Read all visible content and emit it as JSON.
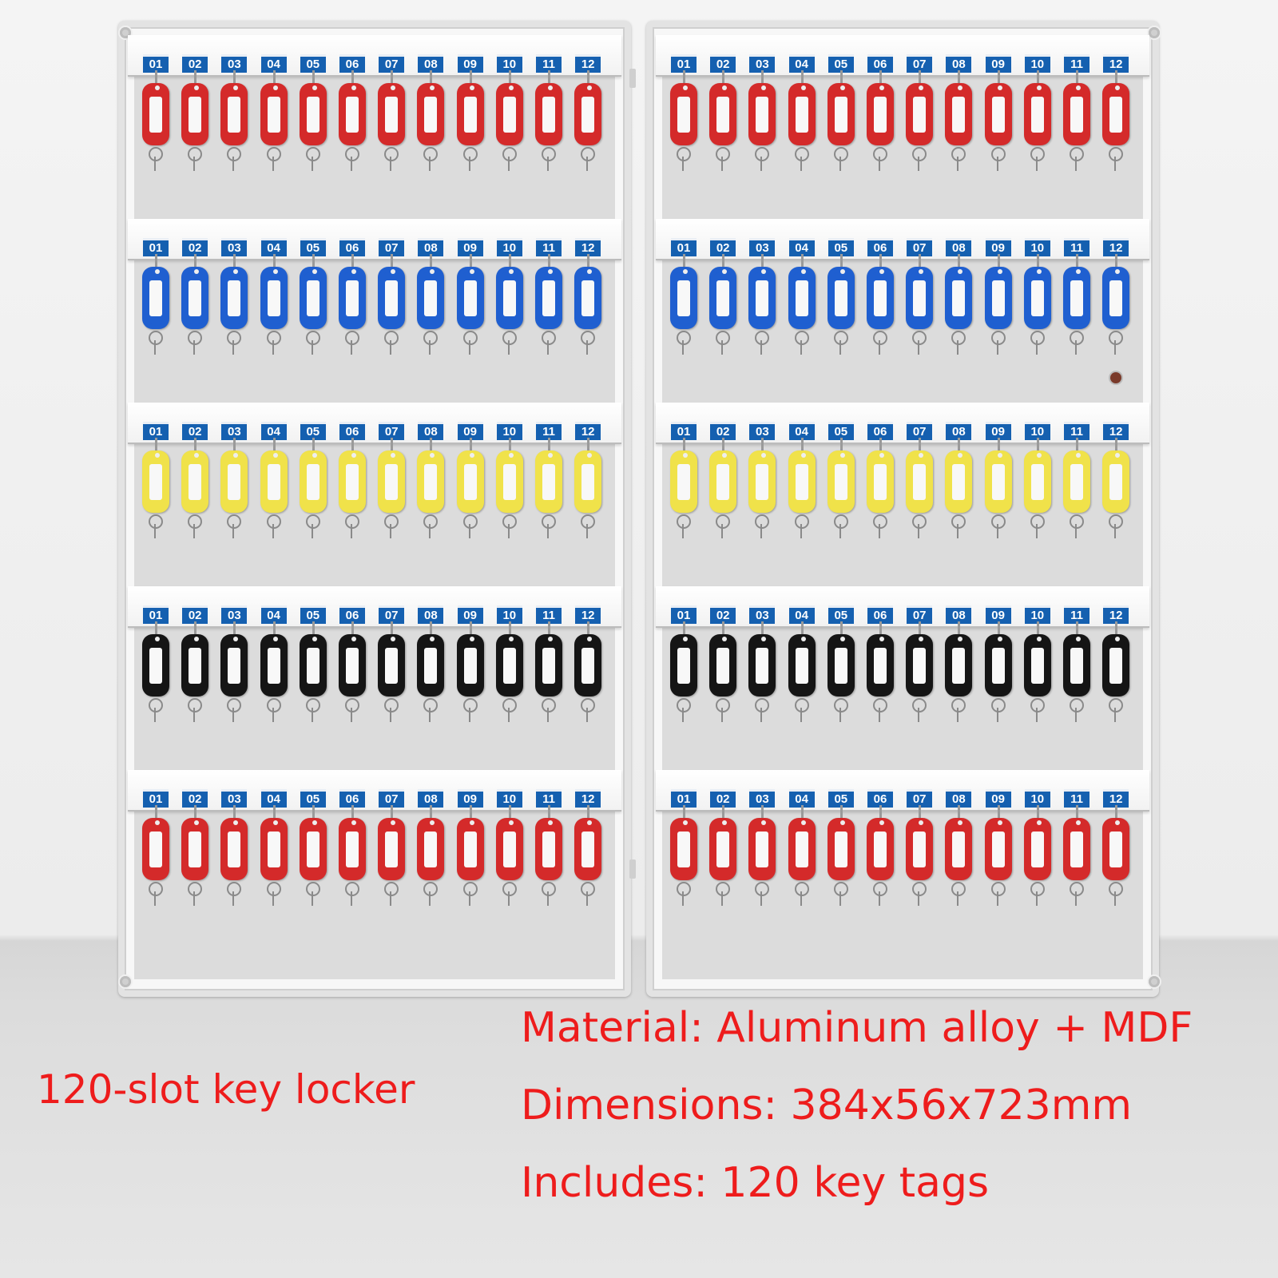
{
  "cabinet": {
    "tag_numbers": [
      "01",
      "02",
      "03",
      "04",
      "05",
      "06",
      "07",
      "08",
      "09",
      "10",
      "11",
      "12"
    ],
    "rows": [
      {
        "tag_color": "#d42a2a"
      },
      {
        "tag_color": "#1f5fd0"
      },
      {
        "tag_color": "#f0e24a"
      },
      {
        "tag_color": "#151515"
      },
      {
        "tag_color": "#d42a2a"
      }
    ]
  },
  "caption": {
    "product_name": "120-slot key locker",
    "material": "Material: Aluminum alloy + MDF",
    "dimensions": "Dimensions: 384x56x723mm",
    "includes": "Includes: 120 key tags"
  }
}
